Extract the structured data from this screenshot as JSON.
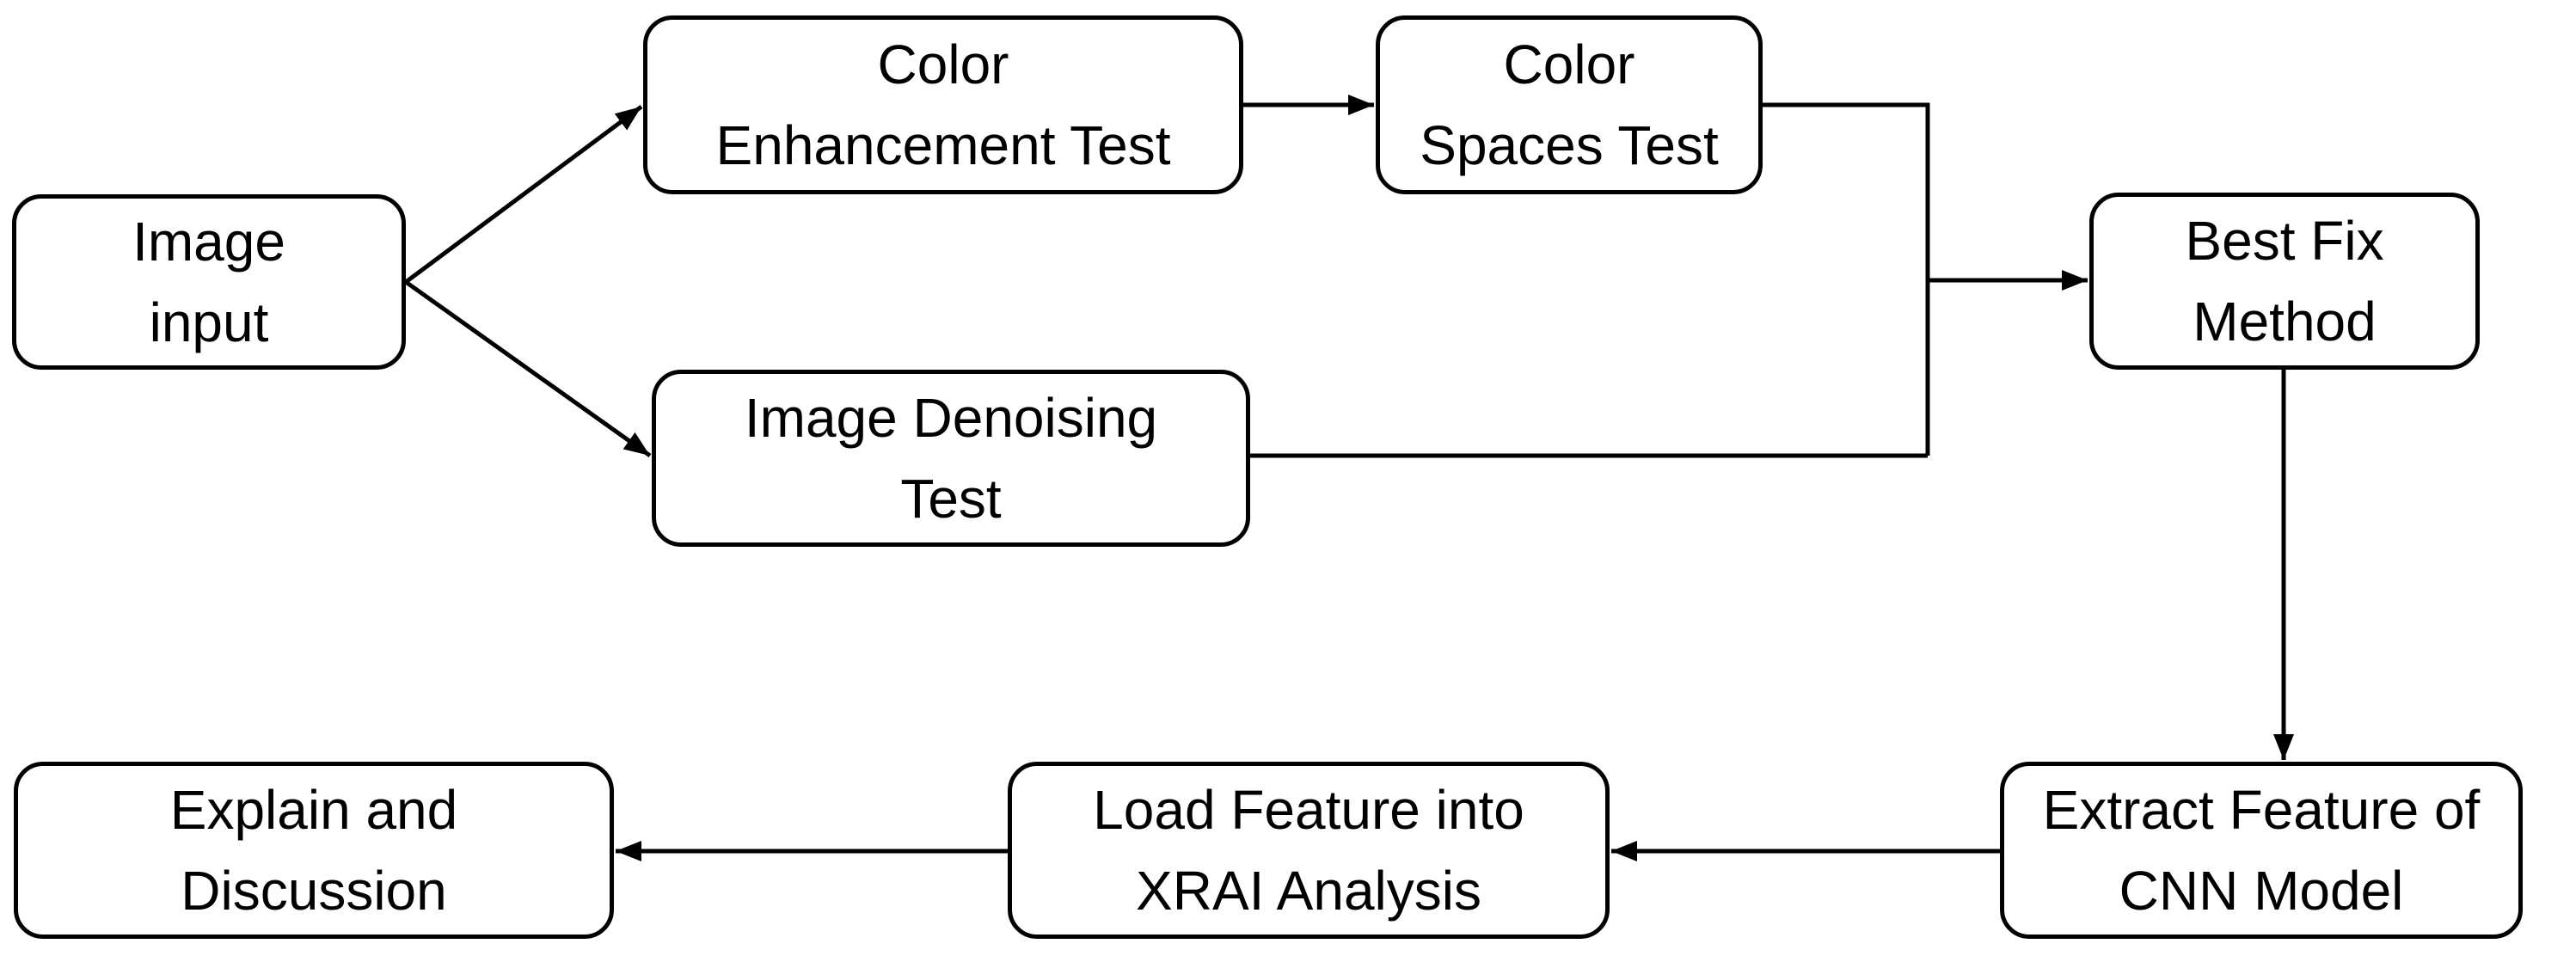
{
  "nodes": {
    "image_input": "Image\ninput",
    "color_enhancement_test": "Color\nEnhancement Test",
    "color_spaces_test": "Color\nSpaces Test",
    "image_denoising_test": "Image Denoising\nTest",
    "best_fix_method": "Best Fix\nMethod",
    "extract_feature": "Extract Feature of\nCNN Model",
    "load_feature": "Load Feature into\nXRAI Analysis",
    "explain": "Explain and\nDiscussion"
  },
  "colors": {
    "stroke": "#000000",
    "fill": "#ffffff",
    "text": "#000000"
  }
}
